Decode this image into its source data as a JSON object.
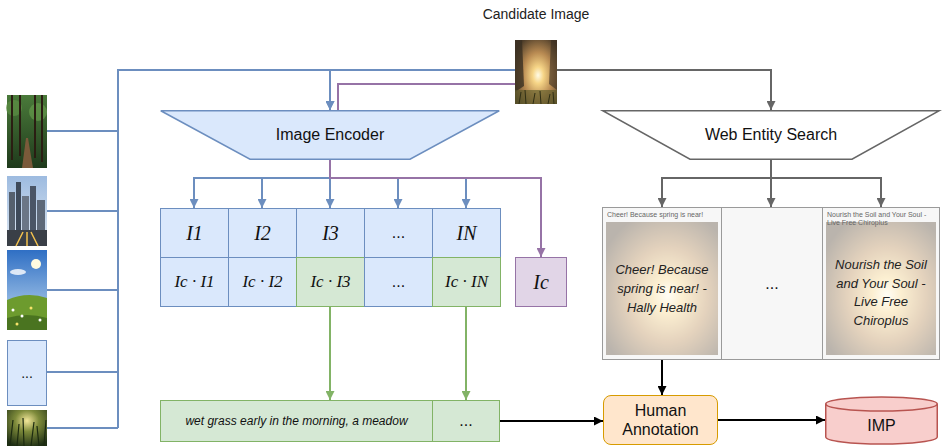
{
  "diagram": {
    "nodes": [
      {
        "text": [
          "Candidate Image"
        ]
      },
      {
        "text": [
          "..."
        ]
      },
      {
        "text": [
          "Image Encoder"
        ]
      },
      {
        "text": [
          "Web Entity Search"
        ]
      },
      {
        "text": [
          "I1"
        ]
      },
      {
        "text": [
          "I2"
        ]
      },
      {
        "text": [
          "I3"
        ]
      },
      {
        "text": [
          "..."
        ]
      },
      {
        "text": [
          "IN"
        ]
      },
      {
        "text": [
          "Ic · I1"
        ]
      },
      {
        "text": [
          "Ic · I2"
        ]
      },
      {
        "text": [
          "Ic · I3"
        ]
      },
      {
        "text": [
          "..."
        ]
      },
      {
        "text": [
          "Ic · IN"
        ]
      },
      {
        "text": [
          "Ic"
        ]
      },
      {
        "text": [
          "Cheer! Because spring is near!",
          "Cheer! Because spring is near! - Hally Health"
        ]
      },
      {
        "text": [
          "..."
        ]
      },
      {
        "text": [
          "Nourish the Soil and Your Soul - Live Free Chiroplus",
          "Nourish the Soil and Your Soul - Live Free Chiroplus"
        ]
      },
      {
        "text": [
          "wet grass early in the morning, a meadow"
        ]
      },
      {
        "text": [
          "..."
        ]
      },
      {
        "text": [
          "Human Annotation"
        ]
      },
      {
        "text": [
          "IMP"
        ]
      }
    ],
    "edges": [
      {
        "from": 0,
        "to": 2,
        "arrow": "to"
      },
      {
        "from": 1,
        "to": 2,
        "arrow": "to"
      },
      {
        "from": 0,
        "to": 3,
        "arrow": "to"
      },
      {
        "from": 2,
        "to": 4,
        "arrow": "to"
      },
      {
        "from": 2,
        "to": 5,
        "arrow": "to"
      },
      {
        "from": 2,
        "to": 6,
        "arrow": "to"
      },
      {
        "from": 2,
        "to": 7,
        "arrow": "to"
      },
      {
        "from": 2,
        "to": 8,
        "arrow": "to"
      },
      {
        "from": 2,
        "to": 14,
        "arrow": "to"
      },
      {
        "from": 3,
        "to": 15,
        "arrow": "to"
      },
      {
        "from": 3,
        "to": 16,
        "arrow": "to"
      },
      {
        "from": 3,
        "to": 17,
        "arrow": "to"
      },
      {
        "from": 11,
        "to": 18,
        "arrow": "to"
      },
      {
        "from": 13,
        "to": 19,
        "arrow": "to"
      },
      {
        "from": 15,
        "to": 20,
        "arrow": "to"
      },
      {
        "from": 19,
        "to": 20,
        "arrow": "to"
      },
      {
        "from": 20,
        "to": 21,
        "arrow": "to"
      }
    ]
  }
}
